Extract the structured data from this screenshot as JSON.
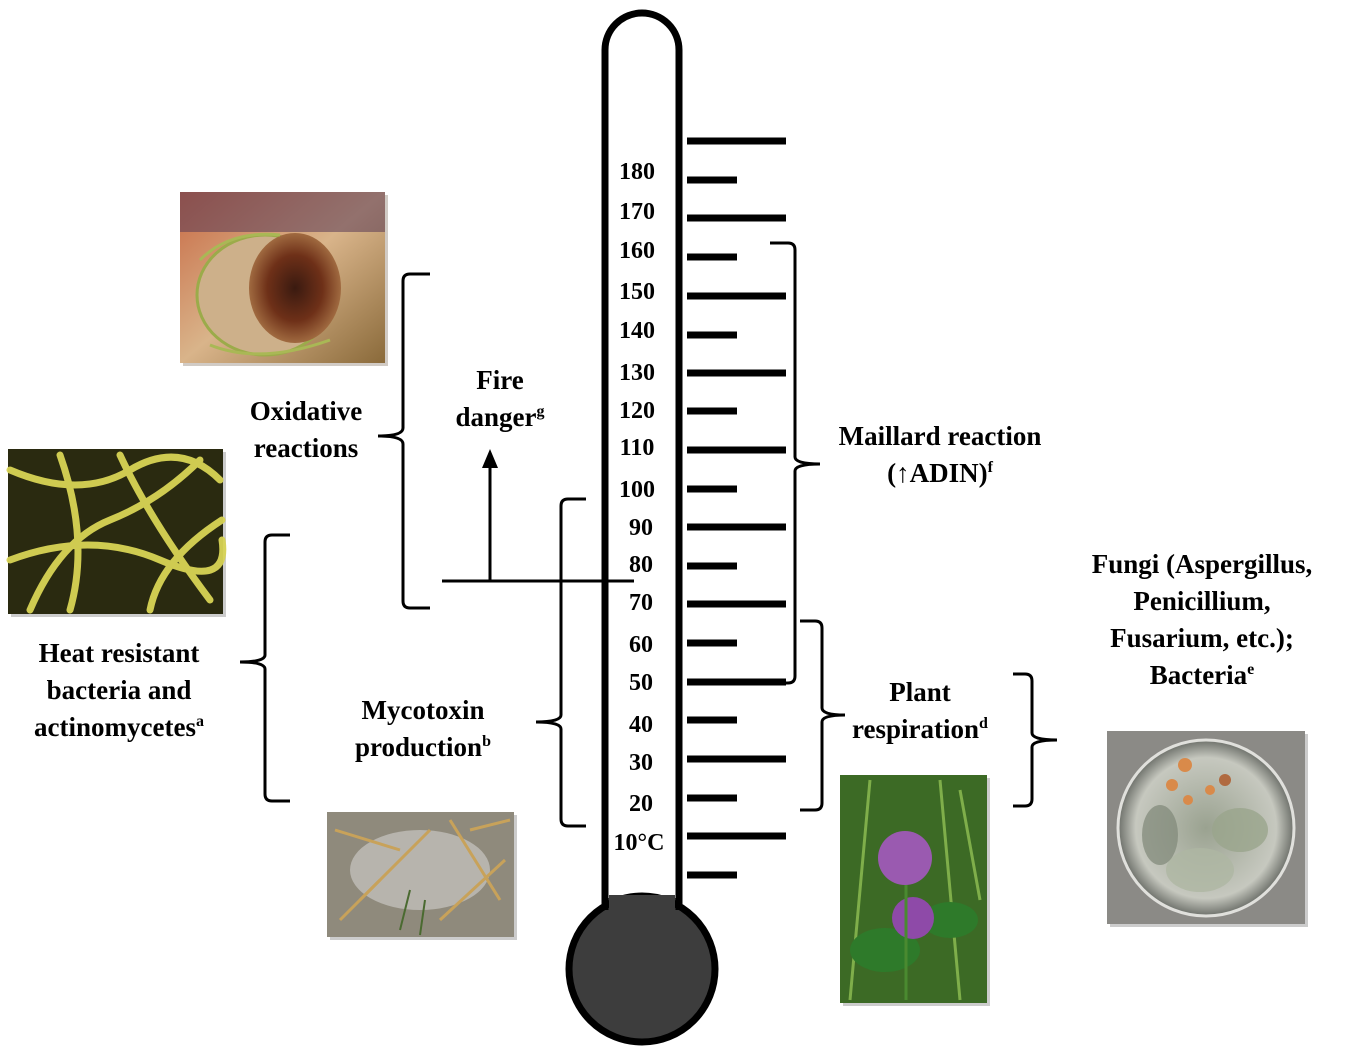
{
  "thermometer": {
    "scale_labels": [
      "180",
      "170",
      "160",
      "150",
      "140",
      "130",
      "120",
      "110",
      "100",
      "90",
      "80",
      "70",
      "60",
      "50",
      "40",
      "30",
      "20",
      "10°C"
    ]
  },
  "labels": {
    "oxidative": {
      "line1": "Oxidative",
      "line2": "reactions"
    },
    "fire": {
      "line1": "Fire",
      "line2": "danger",
      "sup": "g"
    },
    "heat_resistant": {
      "line1": "Heat resistant",
      "line2": "bacteria and",
      "line3": "actinomycetes",
      "sup": "a"
    },
    "mycotoxin": {
      "line1": "Mycotoxin",
      "line2": "production",
      "sup": "b"
    },
    "maillard": {
      "line1": "Maillard reaction",
      "line2": "(↑ADIN)",
      "sup": "f"
    },
    "plant": {
      "line1": "Plant",
      "line2": "respiration",
      "sup": "d"
    },
    "fungi": {
      "line1": "Fungi (Aspergillus,",
      "line2": "Penicillium,",
      "line3": "Fusarium, etc.);",
      "line4": "Bacteria",
      "sup": "e"
    }
  },
  "images": {
    "hay_bale": "photo of burnt hay bale",
    "actinomycetes": "micrograph of actinomycete filaments",
    "moldy_straw": "photo of moldy straw",
    "clover": "photo of red clover",
    "petri_dish": "photo of fungal colonies in petri dish"
  }
}
